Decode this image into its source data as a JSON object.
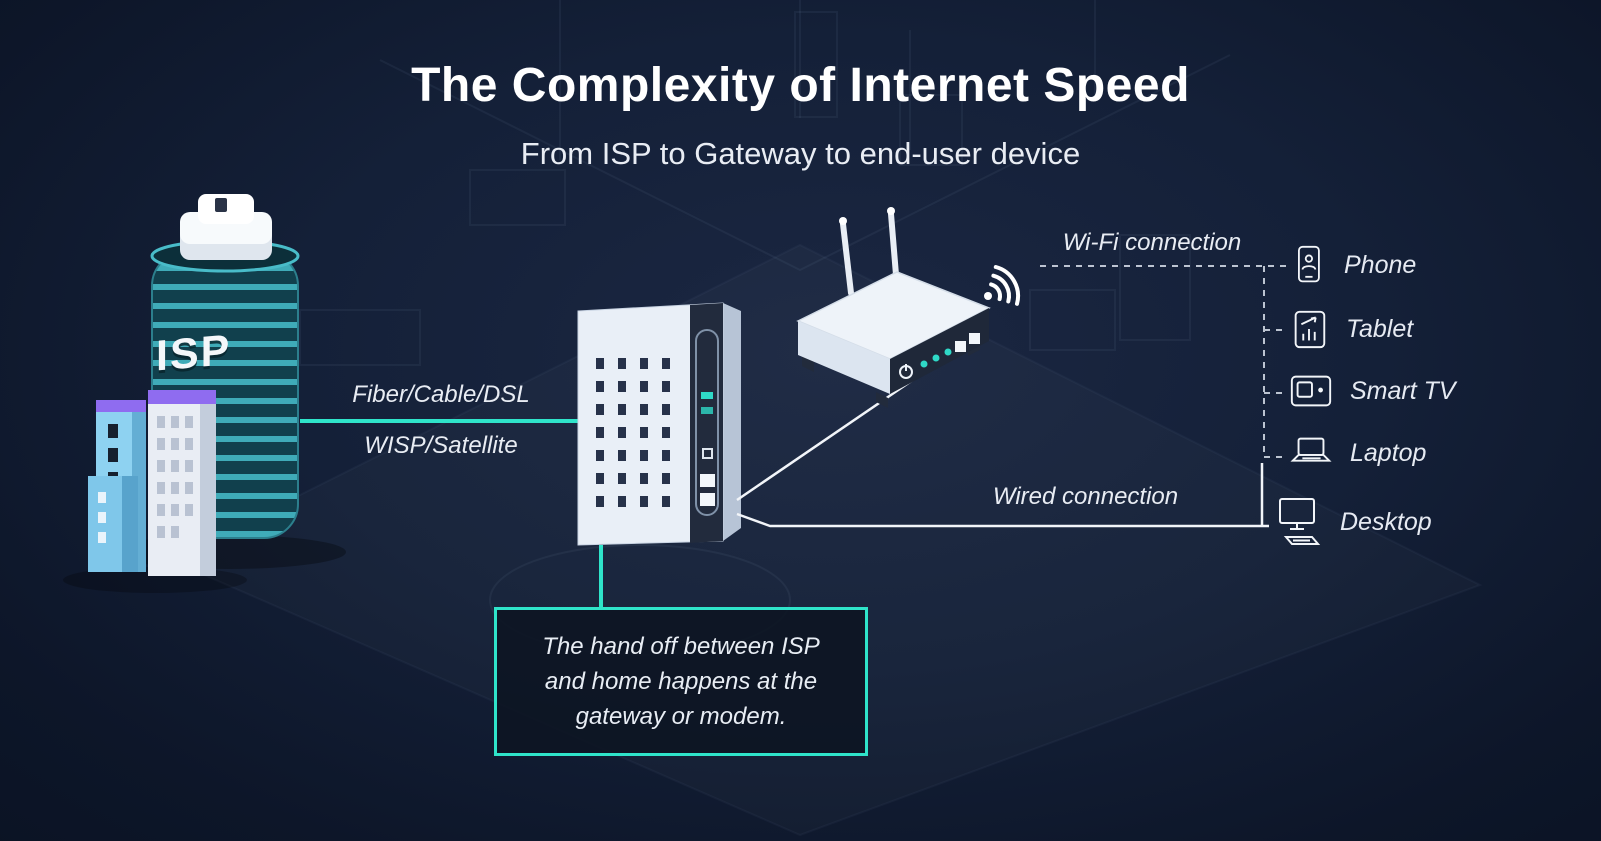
{
  "colors": {
    "accent": "#2fe4ca",
    "background_top": "#1b2742",
    "background_bottom": "#0a1222",
    "isp_teal": "#3fabb8",
    "building_blue": "#8ed2f1",
    "building_purple": "#8f6cf0",
    "text": "#eef1f6"
  },
  "header": {
    "title": "The Complexity of Internet Speed",
    "subtitle": "From ISP to Gateway to end-user device"
  },
  "isp": {
    "label": "ISP"
  },
  "uplink": {
    "label_top": "Fiber/Cable/DSL",
    "label_bottom": "WISP/Satellite"
  },
  "connections": {
    "wifi_label": "Wi-Fi connection",
    "wired_label": "Wired connection"
  },
  "devices": [
    {
      "icon": "phone-icon",
      "label": "Phone"
    },
    {
      "icon": "tablet-icon",
      "label": "Tablet"
    },
    {
      "icon": "smart-tv-icon",
      "label": "Smart TV"
    },
    {
      "icon": "laptop-icon",
      "label": "Laptop"
    },
    {
      "icon": "desktop-icon",
      "label": "Desktop"
    }
  ],
  "callout": {
    "text": "The hand off between ISP and home happens at the gateway or modem."
  }
}
